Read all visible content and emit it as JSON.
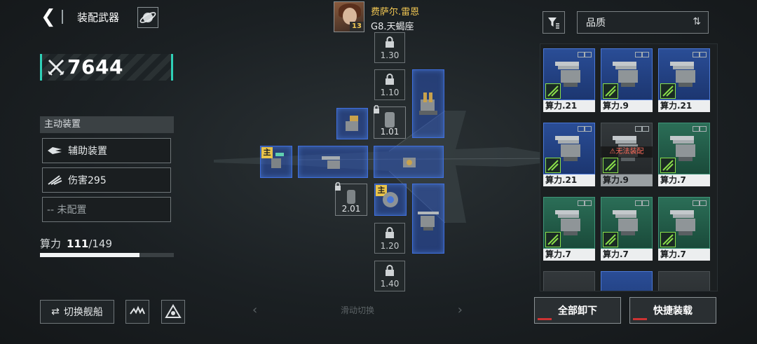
{
  "header": {
    "title": "装配武器"
  },
  "power": {
    "value": "7644"
  },
  "active_section": {
    "heading": "主动装置",
    "slots": [
      {
        "label": "辅助装置"
      },
      {
        "label": "伤害295"
      },
      {
        "label": "-- 未配置"
      }
    ]
  },
  "calc": {
    "label": "算力",
    "used": "111",
    "total": "/149",
    "fraction": 0.745
  },
  "bottom_left": {
    "switch_label": "切换舰船"
  },
  "pilot": {
    "name": "费萨尔.雷恩",
    "class": "G8.天蝎座",
    "level": "13"
  },
  "locked_slots": [
    "1.30",
    "1.10",
    "1.20",
    "1.40"
  ],
  "gray_slots": [
    "1.01",
    "2.01"
  ],
  "tags": {
    "main": "主"
  },
  "swipe": {
    "label": "滑动切换",
    "left": "‹",
    "right": "›"
  },
  "sort": {
    "label": "品质",
    "arrows": "⇅"
  },
  "inventory": [
    {
      "label": "算力.21",
      "color": "blue",
      "blocked": false
    },
    {
      "label": "算力.9",
      "color": "blue",
      "blocked": false
    },
    {
      "label": "算力.21",
      "color": "blue",
      "blocked": false
    },
    {
      "label": "算力.21",
      "color": "blue",
      "blocked": false
    },
    {
      "label": "算力.9",
      "color": "grey",
      "blocked": true
    },
    {
      "label": "算力.7",
      "color": "green",
      "blocked": false
    },
    {
      "label": "算力.7",
      "color": "green",
      "blocked": false
    },
    {
      "label": "算力.7",
      "color": "green",
      "blocked": false
    },
    {
      "label": "算力.7",
      "color": "green",
      "blocked": false
    }
  ],
  "blocked_text": "⚠无法装配",
  "buttons": {
    "unequip_all": "全部卸下",
    "quick_equip": "快捷装载"
  },
  "colors": {
    "accent": "#2fd0b7",
    "slot_blue": "#3f6fe0",
    "gold": "#f0c653"
  }
}
